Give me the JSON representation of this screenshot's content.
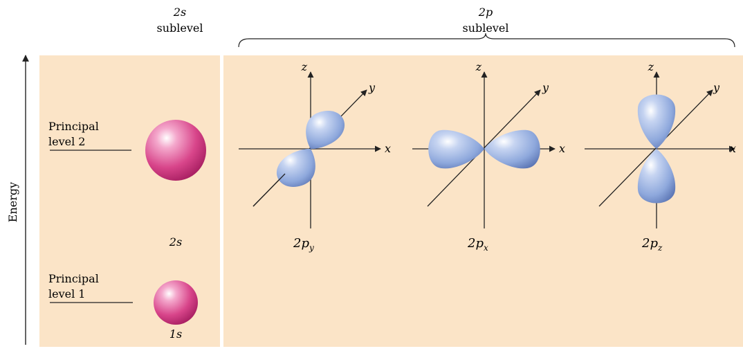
{
  "header": {
    "s_sublevel": {
      "symbol": "2s",
      "word": "sublevel"
    },
    "p_sublevel": {
      "symbol": "2p",
      "word": "sublevel"
    }
  },
  "energy_axis": {
    "label": "Energy"
  },
  "levels": [
    {
      "line1": "Principal",
      "line2": "level 2",
      "orbital_label": "2s"
    },
    {
      "line1": "Principal",
      "line2": "level 1",
      "orbital_label": "1s"
    }
  ],
  "p_orbitals": [
    {
      "id": "py",
      "label_main": "2p",
      "label_sub": "y",
      "axes": {
        "z": "z",
        "y": "y",
        "x": "x"
      }
    },
    {
      "id": "px",
      "label_main": "2p",
      "label_sub": "x",
      "axes": {
        "z": "z",
        "y": "y",
        "x": "x"
      }
    },
    {
      "id": "pz",
      "label_main": "2p",
      "label_sub": "z",
      "axes": {
        "z": "z",
        "y": "y",
        "x": "x"
      }
    }
  ],
  "colors": {
    "panel": "#fbe4c7",
    "s_orbital": "#d8458a",
    "p_orbital": "#8ea8dc",
    "text": "#222222"
  }
}
